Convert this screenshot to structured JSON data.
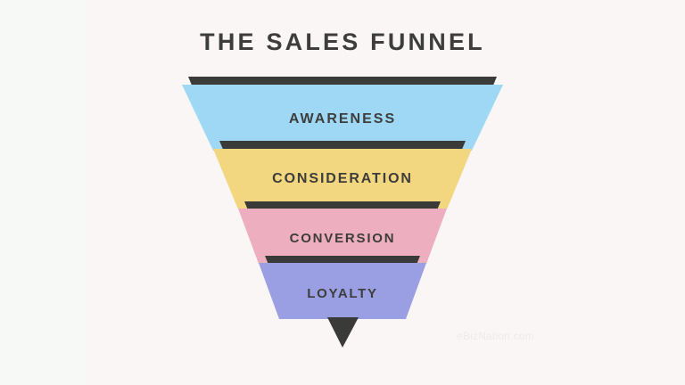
{
  "title": "THE SALES FUNNEL",
  "watermark": "eBizNation.com",
  "colors": {
    "background": "#faf6f5",
    "background_left_band": "#f7f9f6",
    "shadow": "#3a3a38",
    "text": "#3d3d3b",
    "awareness": "#9fd8f5",
    "consideration": "#f2d680",
    "conversion": "#edaec0",
    "loyalty": "#9a9ee2",
    "tip": "#3a3a38",
    "watermark": "#efeae9"
  },
  "chart_data": {
    "type": "funnel",
    "title": "THE SALES FUNNEL",
    "orientation": "inverted-triangle",
    "stages": [
      {
        "label": "AWARENESS",
        "order": 1,
        "color": "#9fd8f5",
        "relative_width": 100
      },
      {
        "label": "CONSIDERATION",
        "order": 2,
        "color": "#f2d680",
        "relative_width": 78
      },
      {
        "label": "CONVERSION",
        "order": 3,
        "color": "#edaec0",
        "relative_width": 58
      },
      {
        "label": "LOYALTY",
        "order": 4,
        "color": "#9a9ee2",
        "relative_width": 37
      }
    ],
    "legend": null,
    "xlabel": "",
    "ylabel": "",
    "grid": false
  },
  "funnel": {
    "stages": [
      {
        "label": "AWARENESS"
      },
      {
        "label": "CONSIDERATION"
      },
      {
        "label": "CONVERSION"
      },
      {
        "label": "LOYALTY"
      }
    ]
  }
}
